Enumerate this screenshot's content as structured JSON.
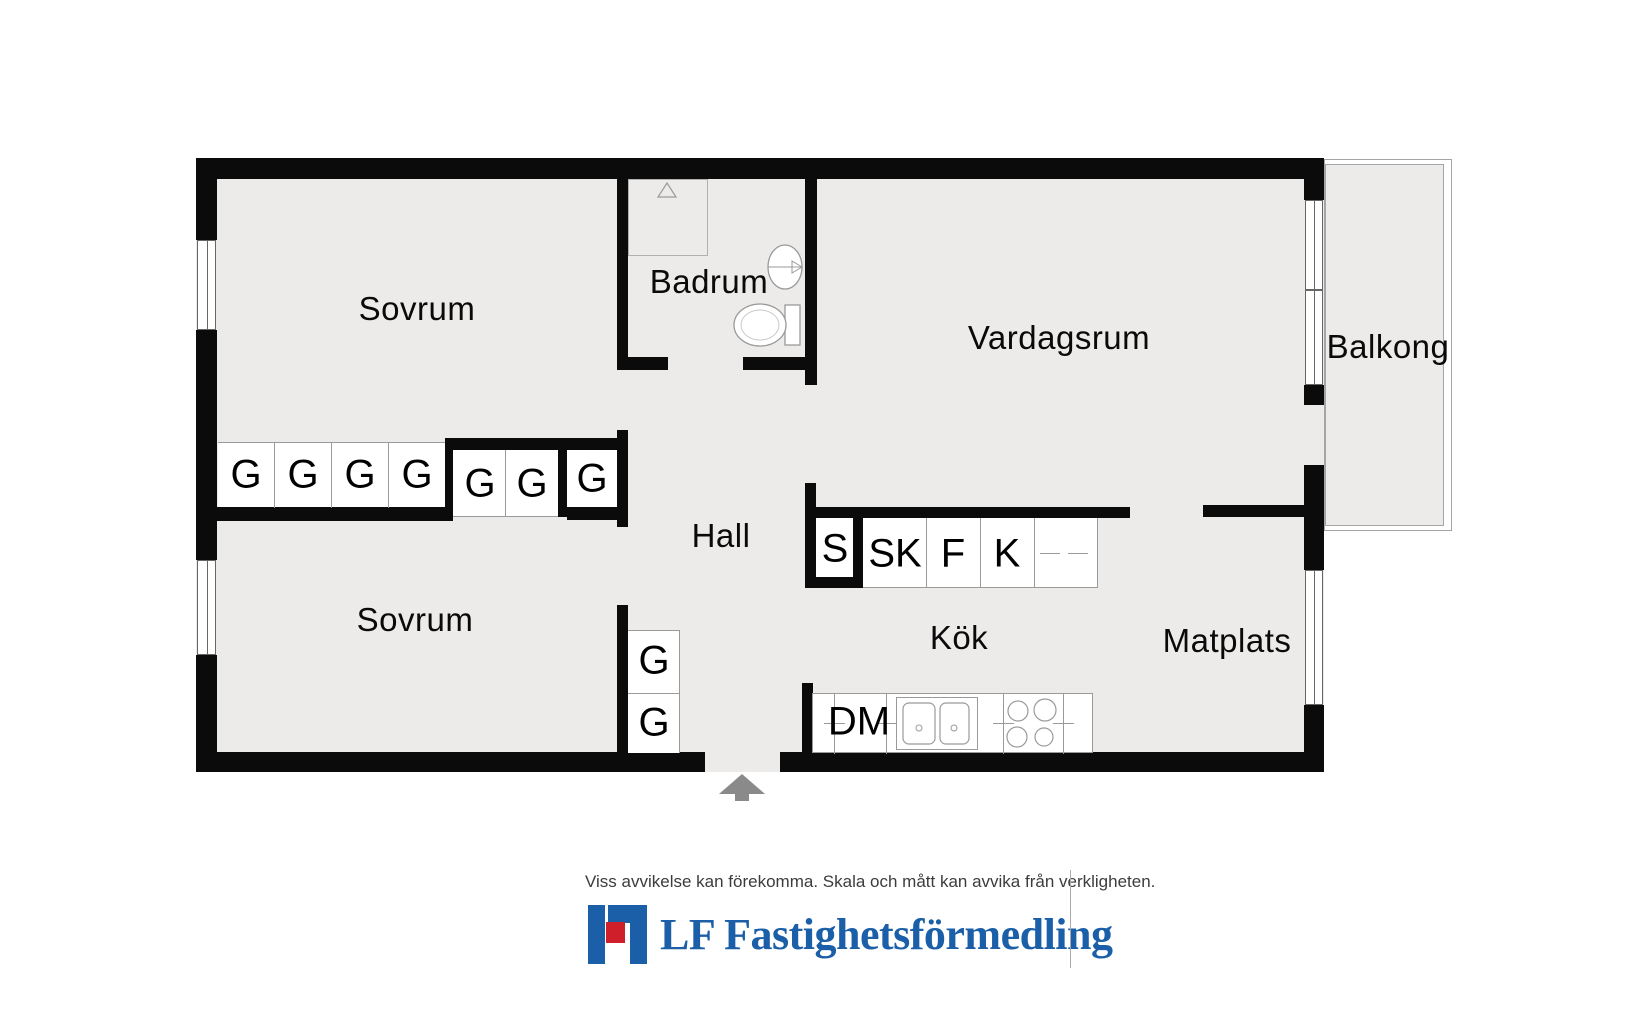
{
  "colors": {
    "wall": "#0b0b0b",
    "floor": "#edeaea",
    "outline": "#9a9a9a",
    "arrow": "#8a8a8a",
    "brand_blue": "#1b5fa8",
    "brand_red": "#cf1f2b"
  },
  "rooms": {
    "bedroom_top": "Sovrum",
    "bedroom_bottom": "Sovrum",
    "bathroom": "Badrum",
    "living_room": "Vardagsrum",
    "hall": "Hall",
    "kitchen": "Kök",
    "dining": "Matplats",
    "balcony": "Balkong"
  },
  "fixtures": {
    "wardrobe": "G",
    "cleaning_closet": "S",
    "cabinet": "SK",
    "fridge": "F",
    "freezer": "K",
    "dishwasher": "DM"
  },
  "footer": {
    "disclaimer": "Viss avvikelse kan förekomma. Skala och mått kan avvika från verkligheten.",
    "brand": "LF Fastighetsförmedling"
  }
}
